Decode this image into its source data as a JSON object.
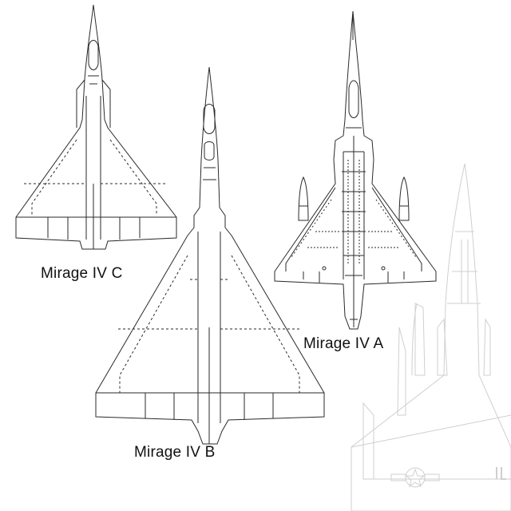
{
  "labels": {
    "mirage_iv_c": "Mirage IV C",
    "mirage_iv_a": "Mirage IV A",
    "mirage_iv_b": "Mirage IV B"
  },
  "colors": {
    "line": "#2a2a2a",
    "faint_line": "#c9c9c9",
    "background": "#ffffff"
  }
}
